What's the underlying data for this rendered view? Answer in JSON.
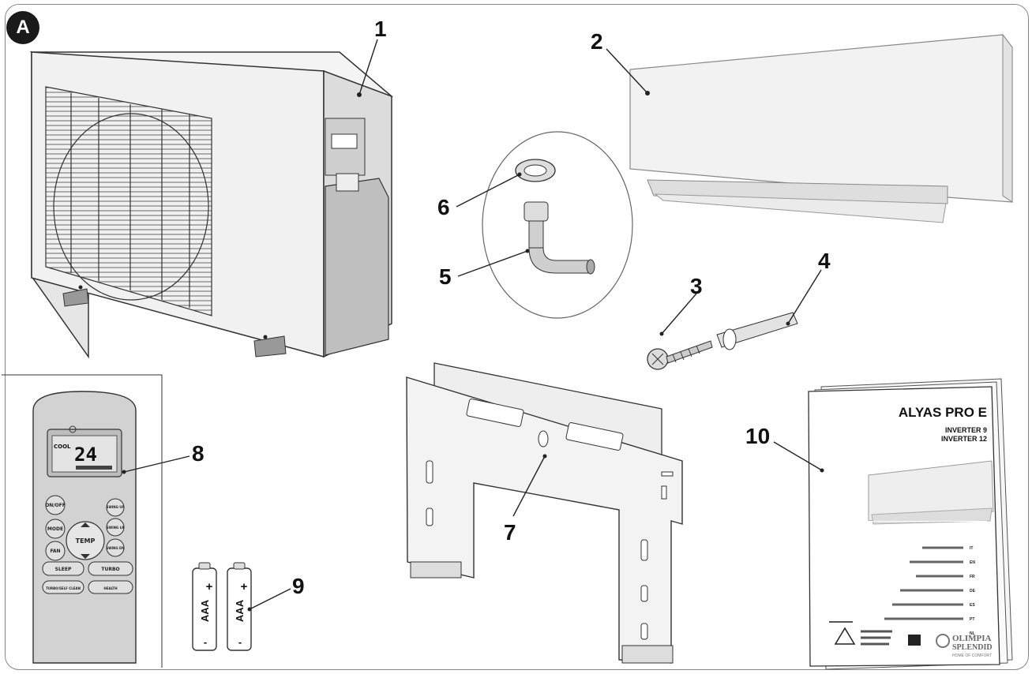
{
  "figure": {
    "badge": "A",
    "labels": [
      "1",
      "2",
      "3",
      "4",
      "5",
      "6",
      "7",
      "8",
      "9",
      "10"
    ]
  },
  "remote": {
    "mode": "COOL",
    "temperature": "24",
    "buttons": [
      "ON/OFF",
      "SWING UP",
      "MODE",
      "SWING LR",
      "TEMP",
      "FAN",
      "SWING DN",
      "SLEEP",
      "TURBO",
      "TURBO/SELF CLEAN",
      "HEALTH"
    ]
  },
  "batteries": {
    "type_label": "AAA",
    "plus": "+",
    "minus": "-"
  },
  "manual": {
    "title": "ALYAS PRO E",
    "model_1": "INVERTER  9",
    "model_2": "INVERTER 12",
    "language_codes": [
      "IT",
      "EN",
      "FR",
      "DE",
      "ES",
      "PT",
      "NL"
    ],
    "brand_line_1": "OLIMPIA",
    "brand_line_2": "SPLENDID",
    "brand_tagline": "HOME OF COMFORT"
  }
}
